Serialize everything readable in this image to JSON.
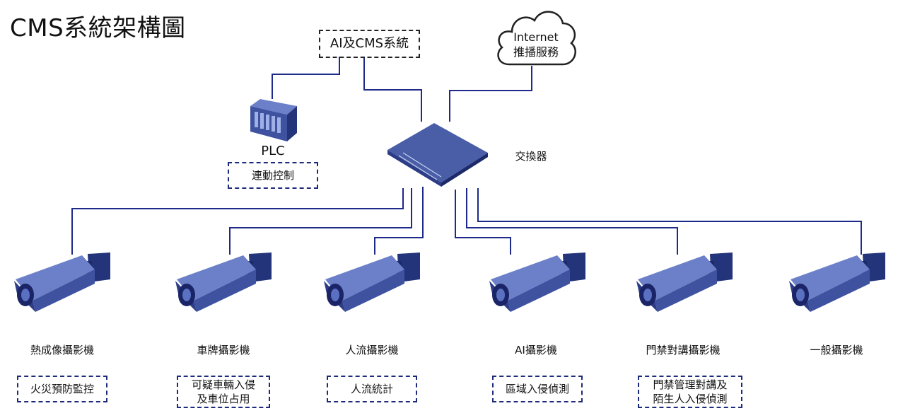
{
  "title": "CMS系統架構圖",
  "ai_system": "AI及CMS系統",
  "internet": {
    "line1": "Internet",
    "line2": "推播服務"
  },
  "switch_label": "交換器",
  "plc": {
    "label": "PLC",
    "function": "連動控制"
  },
  "cameras": [
    {
      "label": "熱成像攝影機",
      "function_lines": [
        "火災預防監控"
      ]
    },
    {
      "label": "車牌攝影機",
      "function_lines": [
        "可疑車輛入侵",
        "及車位占用"
      ]
    },
    {
      "label": "人流攝影機",
      "function_lines": [
        "人流統計"
      ]
    },
    {
      "label": "AI攝影機",
      "function_lines": [
        "區域入侵偵測"
      ]
    },
    {
      "label": "門禁對講攝影機",
      "function_lines": [
        "門禁管理對講及",
        "陌生人入侵偵測"
      ]
    },
    {
      "label": "一般攝影機",
      "function_lines": []
    }
  ],
  "colors": {
    "wire": "#1e2a8a",
    "dash": "#1e2a7a",
    "device": "#4a5ea8"
  }
}
